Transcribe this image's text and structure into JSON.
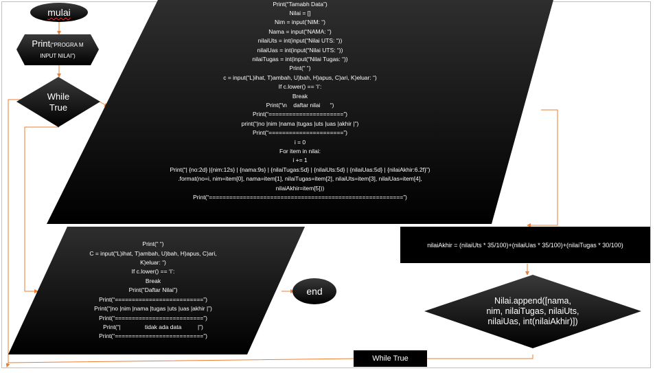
{
  "nodes": {
    "start": "mulai",
    "print_title": {
      "prefix": "Print",
      "args": "(“PROGRA M INPUT NILAI”)"
    },
    "while_top": [
      "While",
      "True"
    ],
    "input_block": [
      "Print(“Tamabh Data”)",
      "Nilai = []",
      "Nim = input(‘NIM: “)",
      "Nama = input(“NAMA: “)",
      "nilaiUts = int(input(“Nilai UTS: “))",
      "nilaiUas = int(input(“Nilai UTS: “))",
      "nilaiTugas = int(input(“Nilai Tugas: “))",
      "Print(“ “)",
      "c = input(“L)ihat, T)ambah, U)bah, H)apus, C)ari, K)eluar: “)",
      "If c.lower() == ‘I’:",
      "Break",
      "Print(“\\n    daftar nilai      “)",
      "Print(“======================”)",
      "print(“|no |nim |nama |tugas |uts |uas |akhir |”)",
      "Print(“======================”)",
      "i = 0",
      "For item in nilai:",
      "i += 1",
      "Print(“| {no:2d} |{nim:12s} | {nama:9s} | {nilaiTugas:5d} | {nilaiUts:5d} | {nilaiUas:5d} | {nilaiAkhir:6.2f}”)",
      ".format(no=i, nim=item[0], nama=item[1], nilaiTugas=item[2], nilaiUts=item[3], nilaiUas=item[4],",
      "nilaiAkhir=item[5]))",
      "Print(“=========================================================”)"
    ],
    "calc": "nilaiAkhir = (nilaiUts * 35/100)+(nilaiUas * 35/100)+(nilaiTugas * 30/100)",
    "append": [
      "Nilai.append([nama,",
      "nim, nilaiTugas, nilaiUts,",
      "nilaiUas, int(nilaiAkhir)])"
    ],
    "while_bottom": "While True",
    "menu_block": [
      "Print(“ “)",
      "C = input(“L)ihat, T)ambah, U)bah, H)apus, C)ari,",
      "K)eluar: “)",
      "If c.lower() == ‘I’:",
      "Break",
      "Print(“Daftar Nilai”)",
      "Print(“==========================”)",
      "Print(“|no |nim |nama |tugas |uts |uas |akhir |”)",
      "Print(“==========================”)",
      "Print(“|               tidak ada data          |”)",
      "Print(“==========================”)"
    ],
    "end": "end"
  },
  "colors": {
    "shape_fill": "#000000",
    "shape_gradient_top": "#3a3a3a",
    "text": "#ffffff",
    "connector": "#ed7d31",
    "frame": "#bfbfbf",
    "spellcheck": "#e03030"
  }
}
